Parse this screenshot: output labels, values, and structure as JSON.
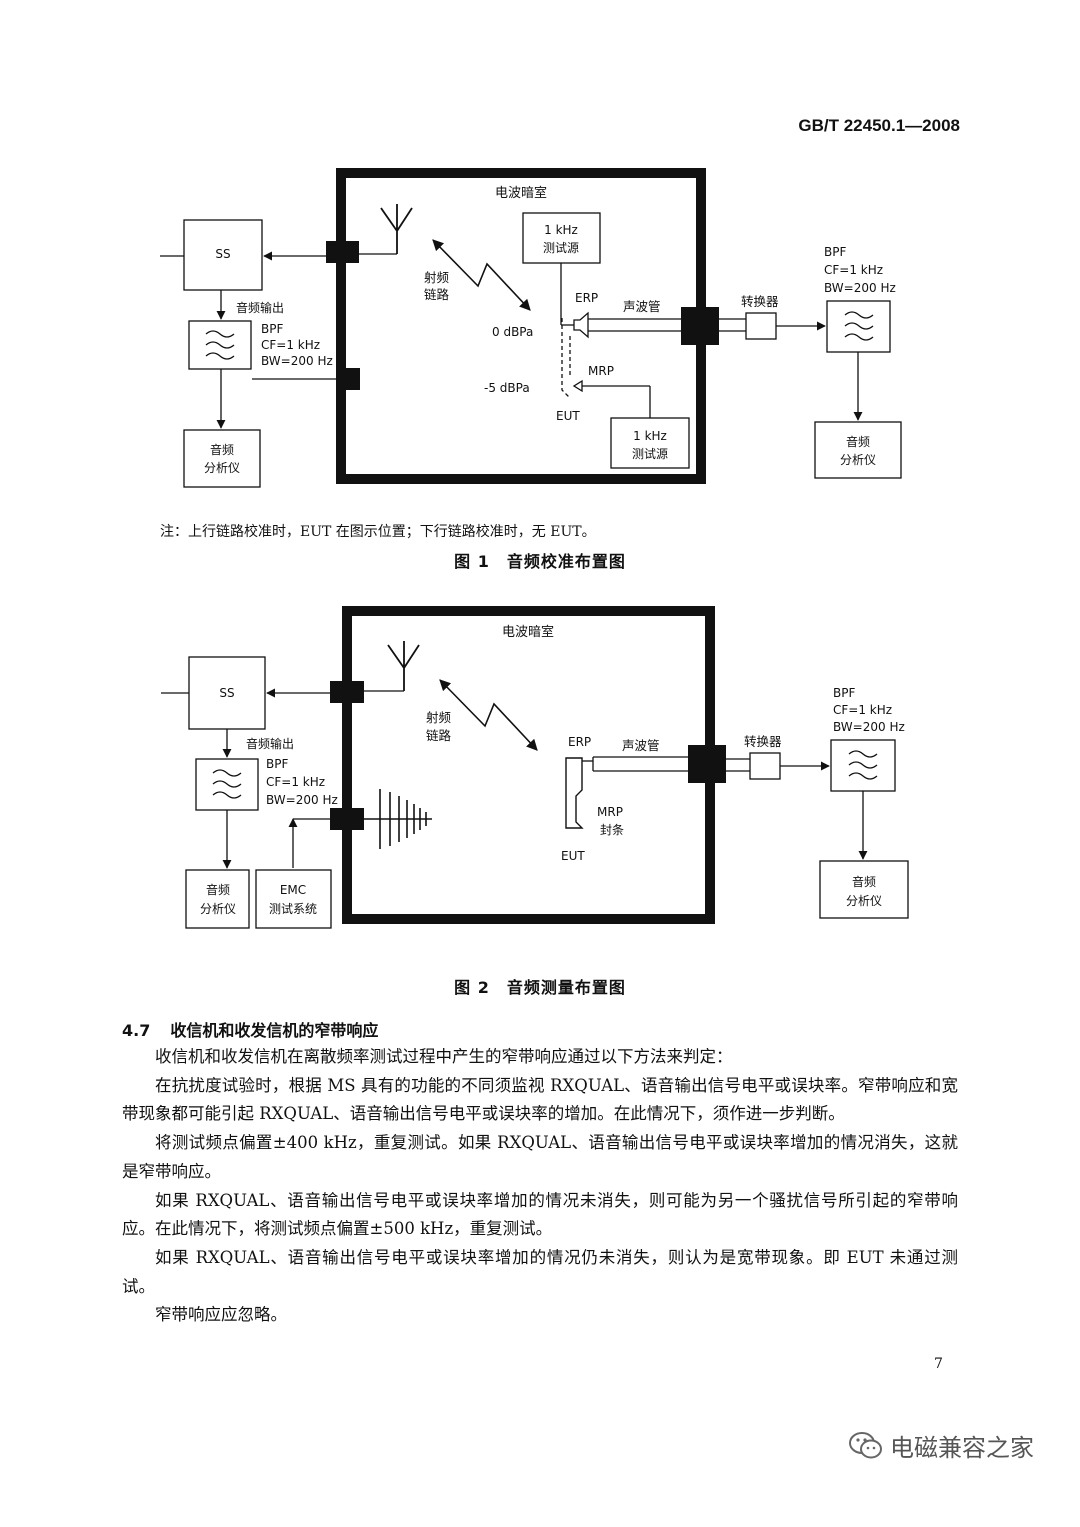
{
  "header": {
    "standard_number": "GB/T 22450.1—2008"
  },
  "figure1": {
    "chamber_label": "电波暗室",
    "ss_label": "SS",
    "audio_out_label": "音频输出",
    "bpf_left": [
      "BPF",
      "CF=1 kHz",
      "BW=200 Hz"
    ],
    "analyzer_left": [
      "音频",
      "分析仪"
    ],
    "rf_link": [
      "射频",
      "链路"
    ],
    "test_source_top": [
      "1 kHz",
      "测试源"
    ],
    "erp_label": "ERP",
    "acoustic_tube_label": "声波管",
    "converter_label": "转换器",
    "level_0": "0 dBPa",
    "mrp_label": "MRP",
    "level_minus5": "-5 dBPa",
    "eut_label": "EUT",
    "test_source_bottom": [
      "1 kHz",
      "测试源"
    ],
    "bpf_right": [
      "BPF",
      "CF=1 kHz",
      "BW=200 Hz"
    ],
    "analyzer_right": [
      "音频",
      "分析仪"
    ],
    "note": "注：上行链路校准时，EUT 在图示位置；下行链路校准时，无 EUT。",
    "caption": "图 1　音频校准布置图"
  },
  "figure2": {
    "chamber_label": "电波暗室",
    "ss_label": "SS",
    "audio_out_label": "音频输出",
    "bpf_left": [
      "BPF",
      "CF=1 kHz",
      "BW=200 Hz"
    ],
    "analyzer_left": [
      "音频",
      "分析仪"
    ],
    "emc_system": [
      "EMC",
      "测试系统"
    ],
    "rf_link": [
      "射频",
      "链路"
    ],
    "erp_label": "ERP",
    "acoustic_tube_label": "声波管",
    "converter_label": "转换器",
    "mrp_label": "MRP",
    "seal_label": "封条",
    "eut_label": "EUT",
    "bpf_right": [
      "BPF",
      "CF=1 kHz",
      "BW=200 Hz"
    ],
    "analyzer_right": [
      "音频",
      "分析仪"
    ],
    "caption": "图 2　音频测量布置图"
  },
  "section": {
    "number": "4.7",
    "title": "收信机和收发信机的窄带响应",
    "paragraphs": [
      "收信机和收发信机在离散频率测试过程中产生的窄带响应通过以下方法来判定：",
      "在抗扰度试验时，根据 MS 具有的功能的不同须监视 RXQUAL、语音输出信号电平或误块率。窄带响应和宽带现象都可能引起 RXQUAL、语音输出信号电平或误块率的增加。在此情况下，须作进一步判断。",
      "将测试频点偏置±400 kHz，重复测试。如果 RXQUAL、语音输出信号电平或误块率增加的情况消失，这就是窄带响应。",
      "如果 RXQUAL、语音输出信号电平或误块率增加的情况未消失，则可能为另一个骚扰信号所引起的窄带响应。在此情况下，将测试频点偏置±500 kHz，重复测试。",
      "如果 RXQUAL、语音输出信号电平或误块率增加的情况仍未消失，则认为是宽带现象。即 EUT 未通过测试。",
      "窄带响应应忽略。"
    ]
  },
  "page_number": "7",
  "watermark": {
    "text": "电磁兼容之家",
    "icon": "wechat-icon"
  }
}
